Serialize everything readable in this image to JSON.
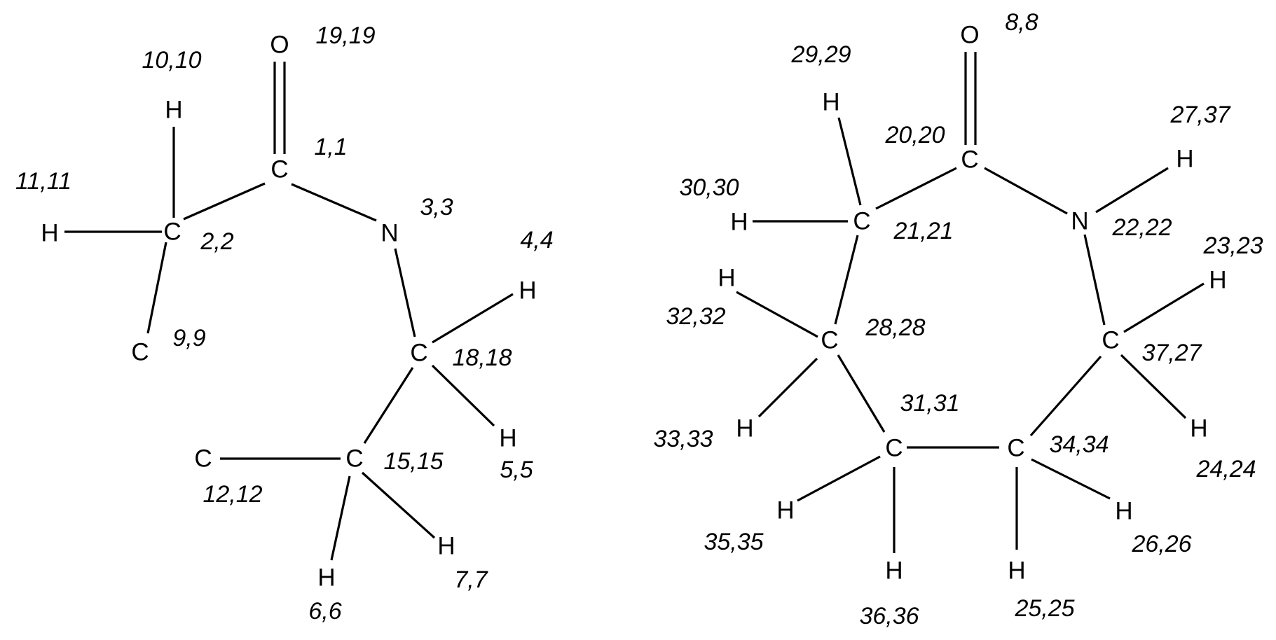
{
  "colors": {
    "ink": "#000000",
    "background": "#ffffff"
  },
  "molecule_left": {
    "atoms": [
      {
        "symbol": "O",
        "map": "19,19"
      },
      {
        "symbol": "C",
        "map": "1,1"
      },
      {
        "symbol": "H",
        "map": "10,10"
      },
      {
        "symbol": "H",
        "map": "11,11"
      },
      {
        "symbol": "C",
        "map": "2,2"
      },
      {
        "symbol": "N",
        "map": "3,3"
      },
      {
        "symbol": "C",
        "map": "9,9"
      },
      {
        "symbol": "H",
        "map": "4,4"
      },
      {
        "symbol": "C",
        "map": "18,18"
      },
      {
        "symbol": "H",
        "map": "5,5"
      },
      {
        "symbol": "C",
        "map": "12,12"
      },
      {
        "symbol": "C",
        "map": "15,15"
      },
      {
        "symbol": "H",
        "map": "7,7"
      },
      {
        "symbol": "H",
        "map": "6,6"
      }
    ]
  },
  "molecule_right": {
    "atoms": [
      {
        "symbol": "O",
        "map": "8,8"
      },
      {
        "symbol": "H",
        "map": "29,29"
      },
      {
        "symbol": "C",
        "map": "20,20"
      },
      {
        "symbol": "H",
        "map": "27,37"
      },
      {
        "symbol": "H",
        "map": "30,30"
      },
      {
        "symbol": "C",
        "map": "21,21"
      },
      {
        "symbol": "N",
        "map": "22,22"
      },
      {
        "symbol": "H",
        "map": "23,23"
      },
      {
        "symbol": "H",
        "map": "32,32"
      },
      {
        "symbol": "C",
        "map": "28,28"
      },
      {
        "symbol": "C",
        "map": "37,27"
      },
      {
        "symbol": "H",
        "map": "33,33"
      },
      {
        "symbol": "C",
        "map": "31,31"
      },
      {
        "symbol": "C",
        "map": "34,34"
      },
      {
        "symbol": "H",
        "map": "24,24"
      },
      {
        "symbol": "H",
        "map": "35,35"
      },
      {
        "symbol": "H",
        "map": "26,26"
      },
      {
        "symbol": "H",
        "map": "36,36"
      },
      {
        "symbol": "H",
        "map": "25,25"
      }
    ]
  }
}
